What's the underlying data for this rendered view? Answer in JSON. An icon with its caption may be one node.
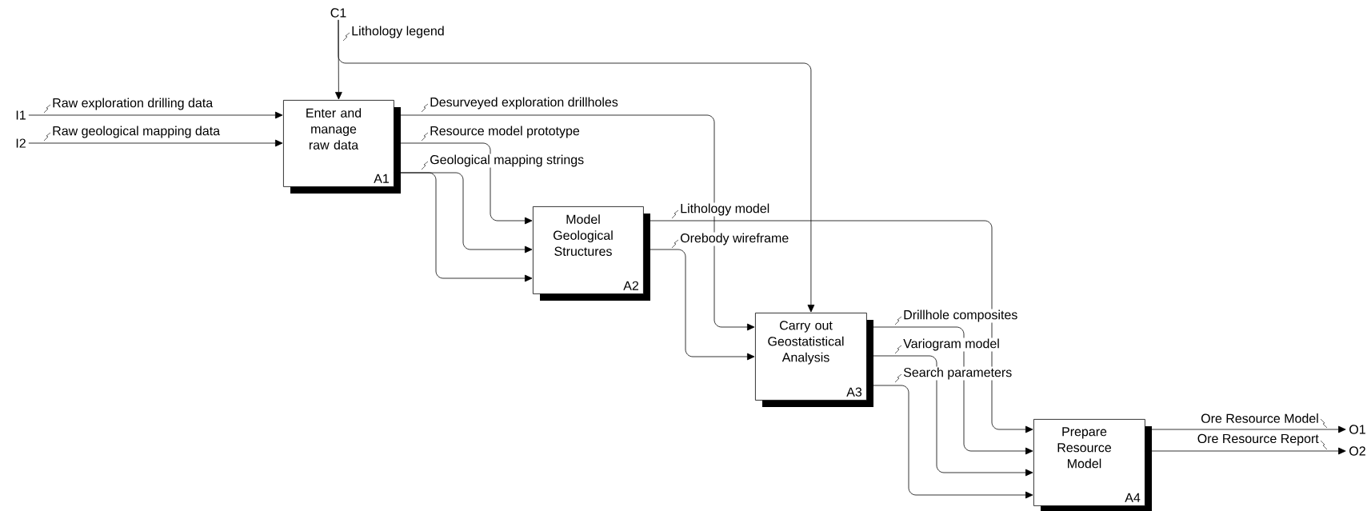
{
  "diagram": {
    "nodes": [
      {
        "text": [
          "I1"
        ]
      },
      {
        "text": [
          "I2"
        ]
      },
      {
        "text": [
          "C1"
        ]
      },
      {
        "text": [
          "Enter and manage raw data",
          "A1"
        ]
      },
      {
        "text": [
          "Model Geological Structures",
          "A2"
        ]
      },
      {
        "text": [
          "Carry out Geostatistical Analysis",
          "A3"
        ]
      },
      {
        "text": [
          "Prepare Resource Model",
          "A4"
        ]
      },
      {
        "text": [
          "O1"
        ]
      },
      {
        "text": [
          "O2"
        ]
      }
    ],
    "edges": [
      {
        "from": 0,
        "to": 3,
        "arrow": "to",
        "label": "Raw exploration drilling data"
      },
      {
        "from": 1,
        "to": 3,
        "arrow": "to",
        "label": "Raw geological mapping data"
      },
      {
        "from": 2,
        "to": 3,
        "arrow": "to",
        "label": "Lithology legend"
      },
      {
        "from": 2,
        "to": 5,
        "arrow": "to"
      },
      {
        "from": 3,
        "to": 5,
        "arrow": "to",
        "label": "Desurveyed exploration drillholes"
      },
      {
        "from": 3,
        "to": 4,
        "arrow": "to",
        "label": "Resource model prototype"
      },
      {
        "from": 3,
        "to": 4,
        "arrow": "to",
        "label": "Geological mapping strings"
      },
      {
        "from": 3,
        "to": 4,
        "arrow": "to"
      },
      {
        "from": 4,
        "to": 6,
        "arrow": "to",
        "label": "Lithology model"
      },
      {
        "from": 4,
        "to": 5,
        "arrow": "to",
        "label": "Orebody wireframe"
      },
      {
        "from": 5,
        "to": 6,
        "arrow": "to",
        "label": "Drillhole composites"
      },
      {
        "from": 5,
        "to": 6,
        "arrow": "to",
        "label": "Variogram model"
      },
      {
        "from": 5,
        "to": 6,
        "arrow": "to",
        "label": "Search parameters"
      },
      {
        "from": 6,
        "to": 7,
        "arrow": "to",
        "label": "Ore Resource Model"
      },
      {
        "from": 6,
        "to": 8,
        "arrow": "to",
        "label": "Ore Resource Report"
      }
    ]
  }
}
